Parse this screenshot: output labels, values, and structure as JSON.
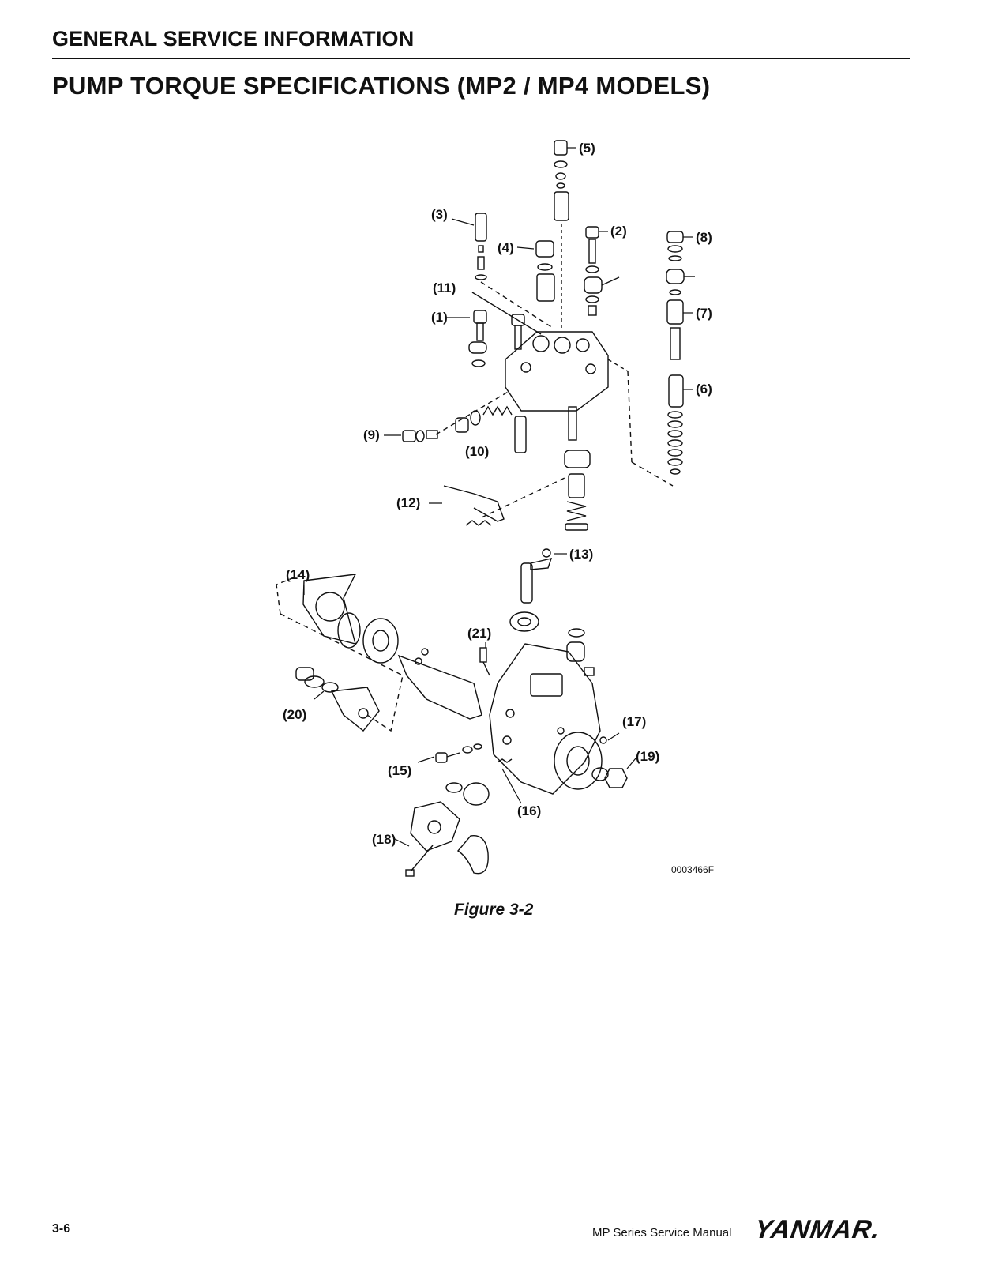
{
  "header": {
    "section": "GENERAL SERVICE INFORMATION",
    "title": "PUMP TORQUE SPECIFICATIONS (MP2 / MP4 MODELS)"
  },
  "figure": {
    "drawing_code": "0003466F",
    "caption": "Figure 3-2",
    "callouts": [
      "(1)",
      "(2)",
      "(3)",
      "(4)",
      "(5)",
      "(6)",
      "(7)",
      "(8)",
      "(9)",
      "(10)",
      "(11)",
      "(12)",
      "(13)",
      "(14)",
      "(15)",
      "(16)",
      "(17)",
      "(18)",
      "(19)",
      "(20)",
      "(21)"
    ]
  },
  "footer": {
    "page_number": "3-6",
    "manual_name": "MP Series Service Manual",
    "brand": "YANMAR."
  }
}
